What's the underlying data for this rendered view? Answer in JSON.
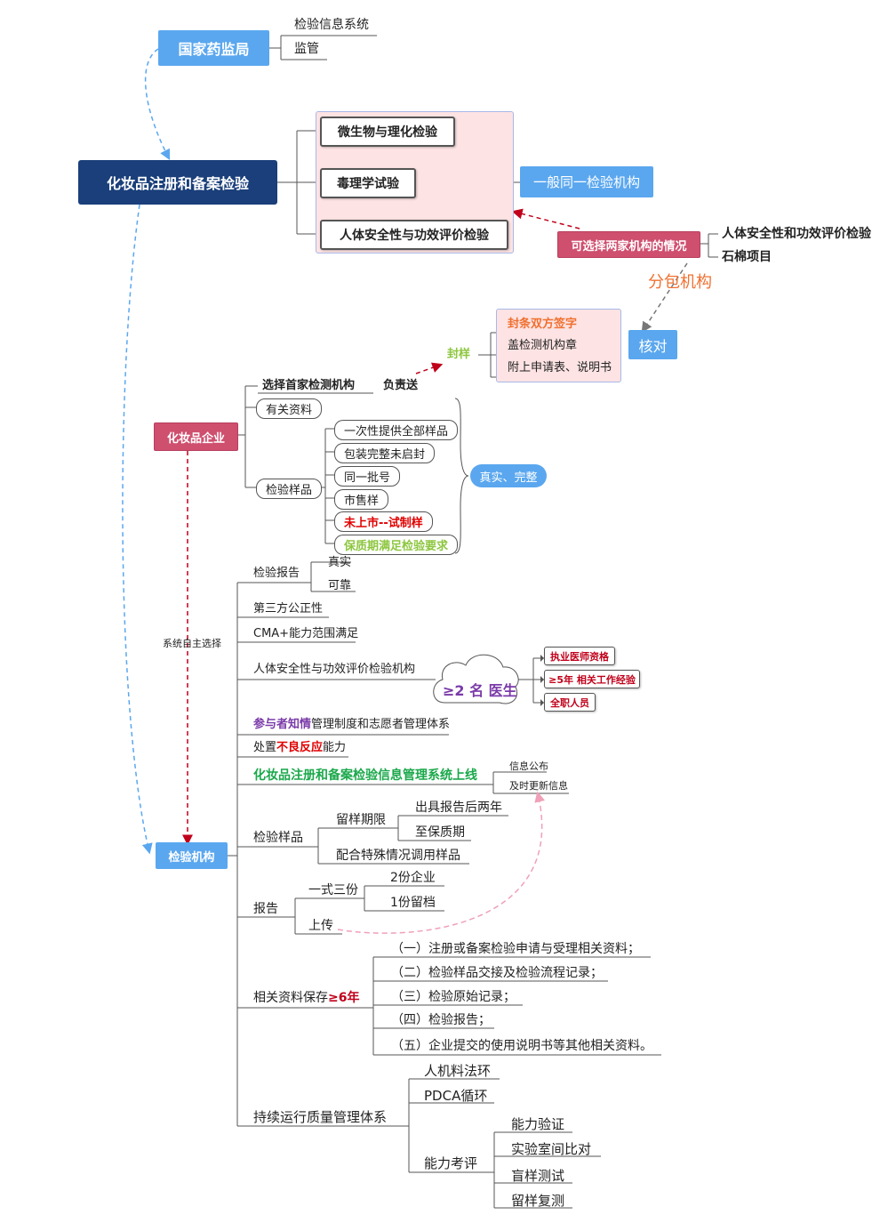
{
  "nodes": {
    "nmpa": "国家药监局",
    "nmpa_children": [
      "检验信息系统",
      "监管"
    ],
    "root": "化妆品注册和备案检验",
    "test_types": [
      "微生物与理化检验",
      "毒理学试验",
      "人体安全性与功效评价检验"
    ],
    "same_institution": "一般同一检验机构",
    "two_institutions": "可选择两家机构的情况",
    "two_institutions_children": [
      "人体安全性和功效评价检验",
      "石棉项目"
    ],
    "subcontract": "分包机构",
    "verify": "核对",
    "seal_items": [
      "封条双方签字",
      "盖检测机构章",
      "附上申请表、说明书"
    ],
    "seal": "封样",
    "enterprise": "化妆品企业",
    "choose_first": "选择首家检测机构",
    "responsible_send": "负责送",
    "related_docs": "有关资料",
    "test_samples": "检验样品",
    "sample_reqs": [
      "一次性提供全部样品",
      "包装完整未启封",
      "同一批号",
      "市售样",
      "未上市--试制样",
      "保质期满足检验要求"
    ],
    "true_complete": "真实、完整",
    "system_choice": "系统自主选择",
    "institution": "检验机构",
    "report_label": "检验报告",
    "report_children": [
      "真实",
      "可靠"
    ],
    "third_party": "第三方公正性",
    "cma": "CMA+能力范围满足",
    "human_eval": "人体安全性与功效评价检验机构",
    "doctors": "≥2 名  医生",
    "doctor_reqs": [
      "执业医师资格",
      "≥5年 相关工作经验",
      "全职人员"
    ],
    "informed_prefix": "参与者知情",
    "informed_suffix": "管理制度和志愿者管理体系",
    "adverse_prefix": "处置",
    "adverse_mid": "不良反应",
    "adverse_suffix": "能力",
    "online_system": "化妆品注册和备案检验信息管理系统上线",
    "online_children": [
      "信息公布",
      "及时更新信息"
    ],
    "inst_samples": "检验样品",
    "retention": "留样期限",
    "retention_children": [
      "出具报告后两年",
      "至保质期"
    ],
    "special_sample": "配合特殊情况调用样品",
    "report": "报告",
    "triplicate": "一式三份",
    "triplicate_children": [
      "2份企业",
      "1份留档"
    ],
    "upload": "上传",
    "docs_keep_prefix": "相关资料保存",
    "docs_keep_years": "≥6年",
    "docs_keep_items": [
      "（一）注册或备案检验申请与受理相关资料；",
      "（二）检验样品交接及检验流程记录；",
      "（三）检验原始记录；",
      "（四）检验报告；",
      "（五）企业提交的使用说明书等其他相关资料。"
    ],
    "qms": "持续运行质量管理体系",
    "qms_children": [
      "人机料法环",
      "PDCA循环",
      "能力考评"
    ],
    "ability_children": [
      "能力验证",
      "实验室间比对",
      "盲样测试",
      "留样复测"
    ]
  },
  "colors": {
    "blue": "#5aa7ef",
    "navy": "#1a3f7a",
    "rose": "#cf4f6f",
    "red": "#e00000",
    "dark_red": "#c0001a",
    "orange": "#f07030",
    "green_light": "#8dc63f",
    "green": "#1aa84a",
    "purple": "#7a3aa8"
  }
}
